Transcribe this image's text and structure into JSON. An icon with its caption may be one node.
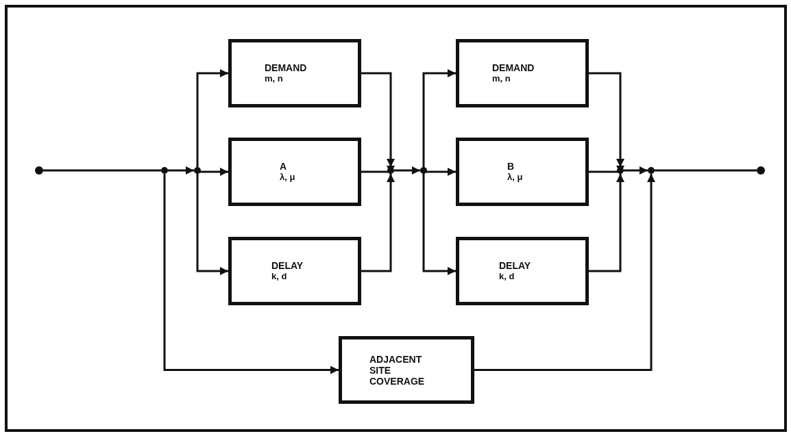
{
  "diagram": {
    "nodes": [
      {
        "text": [],
        "shape": "circle"
      },
      {
        "text": [],
        "shape": "circle"
      },
      {
        "text": [],
        "shape": "circle"
      },
      {
        "text": [
          "DEMAND",
          "m, n"
        ]
      },
      {
        "text": [
          "A",
          "λ, μ"
        ]
      },
      {
        "text": [
          "DELAY",
          "k, d"
        ]
      },
      {
        "text": [],
        "shape": "circle"
      },
      {
        "text": [],
        "shape": "circle"
      },
      {
        "text": [
          "DEMAND",
          "m, n"
        ]
      },
      {
        "text": [
          "B",
          "λ, μ"
        ]
      },
      {
        "text": [
          "DELAY",
          "k, d"
        ]
      },
      {
        "text": [],
        "shape": "circle"
      },
      {
        "text": [],
        "shape": "circle"
      },
      {
        "text": [
          "ADJACENT SITE COVERAGE"
        ]
      },
      {
        "text": [],
        "shape": "circle"
      }
    ],
    "edges": [
      {
        "from": 0,
        "to": 1,
        "arrow": "none"
      },
      {
        "from": 1,
        "to": 2,
        "arrow": "to"
      },
      {
        "from": 2,
        "to": 3,
        "arrow": "to"
      },
      {
        "from": 2,
        "to": 4,
        "arrow": "to"
      },
      {
        "from": 2,
        "to": 5,
        "arrow": "to"
      },
      {
        "from": 3,
        "to": 6,
        "arrow": "to"
      },
      {
        "from": 4,
        "to": 6,
        "arrow": "to"
      },
      {
        "from": 5,
        "to": 6,
        "arrow": "to"
      },
      {
        "from": 6,
        "to": 7,
        "arrow": "to"
      },
      {
        "from": 7,
        "to": 8,
        "arrow": "to"
      },
      {
        "from": 7,
        "to": 9,
        "arrow": "to"
      },
      {
        "from": 7,
        "to": 10,
        "arrow": "to"
      },
      {
        "from": 8,
        "to": 11,
        "arrow": "to"
      },
      {
        "from": 9,
        "to": 11,
        "arrow": "to"
      },
      {
        "from": 10,
        "to": 11,
        "arrow": "to"
      },
      {
        "from": 11,
        "to": 12,
        "arrow": "to"
      },
      {
        "from": 12,
        "to": 14,
        "arrow": "none"
      },
      {
        "from": 1,
        "to": 13,
        "arrow": "to"
      },
      {
        "from": 13,
        "to": 12,
        "arrow": "to"
      }
    ]
  }
}
